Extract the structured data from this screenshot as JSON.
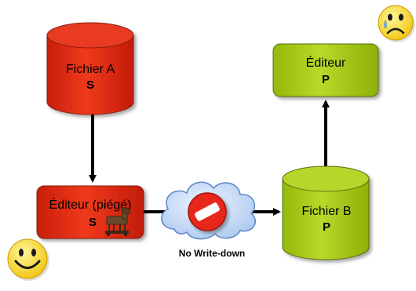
{
  "diagram": {
    "fichier_a": {
      "name": "Fichier A",
      "level": "S"
    },
    "editeur_piege": {
      "name": "Éditeur (piégé)",
      "level": "S"
    },
    "fichier_b": {
      "name": "Fichier B",
      "level": "P"
    },
    "editeur": {
      "name": "Éditeur",
      "level": "P"
    },
    "blocked_flow_label": "No Write-down"
  },
  "icons": {
    "happy": "smiley-happy-icon",
    "sad": "smiley-sad-icon",
    "trojan": "trojan-horse-icon",
    "blocked": "no-entry-icon",
    "cloud": "cloud-icon"
  },
  "colors": {
    "secret": "#e23018",
    "public": "#a8cc10",
    "arrow": "#000000",
    "cloud": "#c9ddf5",
    "blocked": "#e8271c"
  }
}
